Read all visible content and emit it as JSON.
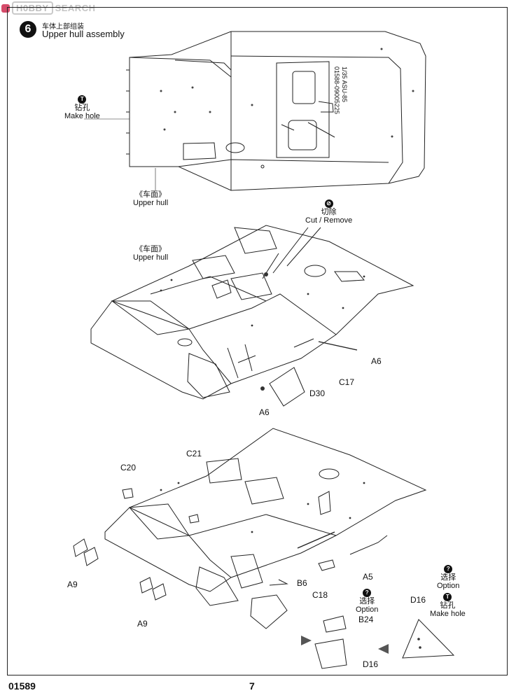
{
  "watermark": {
    "box_text": "H0BBY",
    "text": "SEARCH"
  },
  "step": {
    "number": "6",
    "title_cn": "车体上部组装",
    "title_en": "Upper hull assembly"
  },
  "top_view": {
    "make_hole_cn": "钻孔",
    "make_hole_en": "Make hole",
    "make_hole_badge": "T",
    "upper_hull_cn": "《车面》",
    "upper_hull_en": "Upper hull",
    "plate_lines": [
      "1/35  ASU-85",
      "01588-09005225"
    ]
  },
  "middle_view": {
    "cut_badge": "⊘",
    "cut_cn": "切除",
    "cut_en": "Cut / Remove",
    "upper_hull_cn": "《车面》",
    "upper_hull_en": "Upper hull",
    "parts": [
      "A6",
      "C17",
      "D30",
      "A6"
    ]
  },
  "bottom_view": {
    "parts": [
      "C20",
      "C21",
      "A9",
      "A9",
      "B6",
      "C18",
      "A5",
      "B24",
      "D16",
      "D16"
    ],
    "option_badge": "?",
    "option_cn": "选择",
    "option_en": "Option",
    "option2_cn": "选择",
    "option2_en": "Option",
    "make_hole_badge": "T",
    "make_hole_cn": "钻孔",
    "make_hole_en": "Make hole"
  },
  "footer": {
    "code": "01589",
    "page": "7"
  }
}
